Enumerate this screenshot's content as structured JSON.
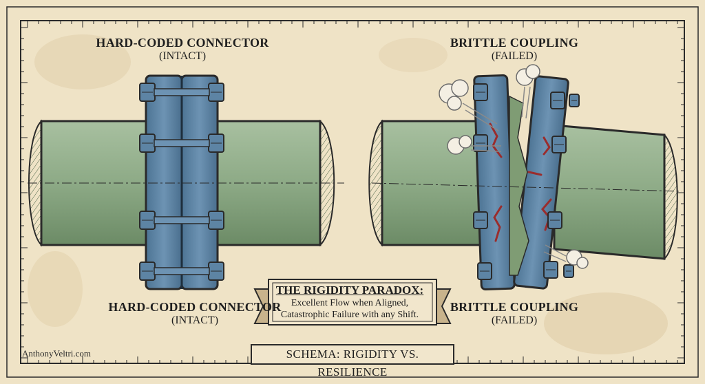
{
  "left_panel": {
    "top_title": "HARD-CODED CONNECTOR",
    "top_status": "(INTACT)",
    "bottom_title": "HARD-CODED CONNECTOR",
    "bottom_status": "(INTACT)"
  },
  "right_panel": {
    "top_title": "BRITTLE COUPLING",
    "top_status": "(FAILED)",
    "bottom_title": "BRITTLE COUPLING",
    "bottom_status": "(FAILED)"
  },
  "banner": {
    "heading": "THE RIGIDITY PARADOX:",
    "line1": "Excellent Flow when Aligned,",
    "line2": "Catastrophic Failure with any Shift."
  },
  "schema_label": "SCHEMA: RIGIDITY VS. RESILIENCE",
  "credit": "AnthonyVeltri.com",
  "colors": {
    "paper": "#efe3c6",
    "pipe": "#8daa86",
    "flange": "#5f86a6",
    "crack": "#9a2c2c",
    "ink": "#2a2a2a"
  }
}
